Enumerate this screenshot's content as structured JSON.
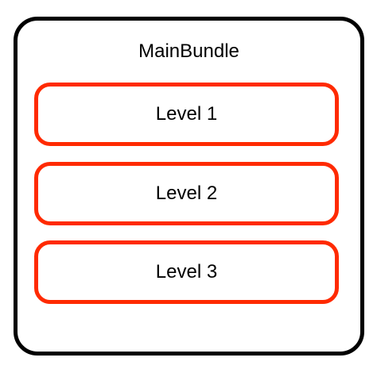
{
  "bundle": {
    "title": "MainBundle",
    "border_color": "#000000"
  },
  "levels": [
    {
      "label": "Level 1"
    },
    {
      "label": "Level 2"
    },
    {
      "label": "Level 3"
    }
  ],
  "level_border_color": "#ff2a00"
}
